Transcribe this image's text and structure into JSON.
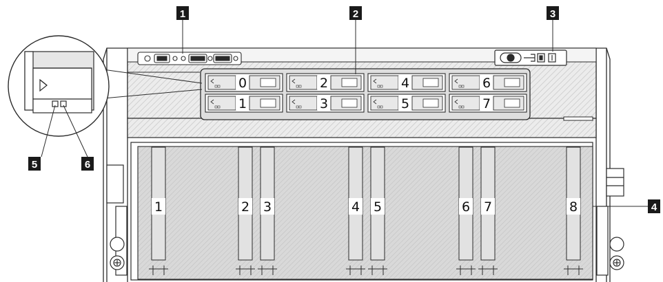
{
  "callouts": {
    "c1": "1",
    "c2": "2",
    "c3": "3",
    "c4": "4",
    "c5": "5",
    "c6": "6"
  },
  "drive_bays": [
    "0",
    "2",
    "4",
    "6",
    "1",
    "3",
    "5",
    "7"
  ],
  "gpu_slots": [
    "1",
    "2",
    "3",
    "4",
    "5",
    "6",
    "7",
    "8"
  ],
  "colors": {
    "line": "#2b2b2b",
    "hatch": "#c8c8c8",
    "lower_fill": "#dcdcdc",
    "callout_bg": "#1a1a1a"
  }
}
